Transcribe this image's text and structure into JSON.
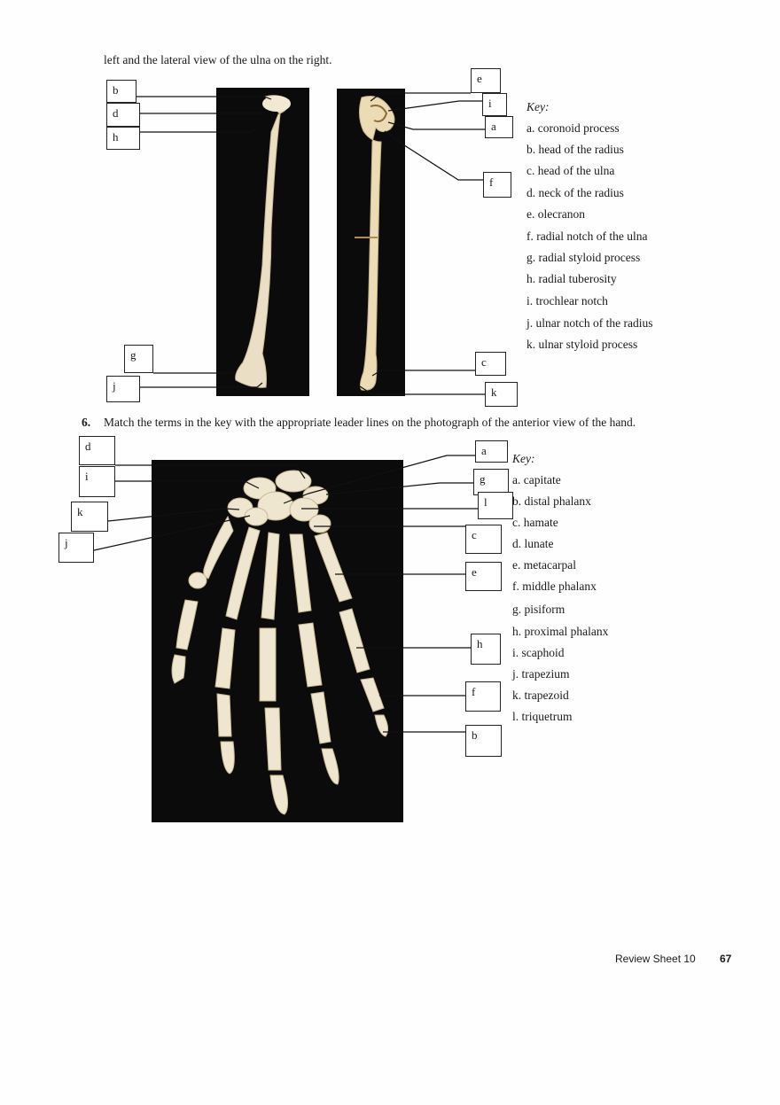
{
  "intro_text": "left and the lateral view of the ulna on the right.",
  "section1": {
    "key_title": "Key:",
    "key": [
      "a.  coronoid process",
      "b.  head of the radius",
      "c.  head of the ulna",
      "d.  neck of the radius",
      "e.  olecranon",
      "f.   radial notch of the ulna",
      "g.  radial styloid process",
      "h.  radial tuberosity",
      "i.  trochlear notch",
      "j.  ulnar notch of the radius",
      "k.  ulnar styloid process"
    ],
    "boxes": {
      "b": "b",
      "d": "d",
      "h": "h",
      "g": "g",
      "j": "j",
      "e": "e",
      "i": "i",
      "a": "a",
      "f": "f",
      "c": "c",
      "k": "k"
    }
  },
  "question6": {
    "number": "6.",
    "text": "Match the terms in the key with the appropriate leader lines on the photograph of the anterior view of the hand.",
    "key_title": "Key:",
    "key": [
      "a.  capitate",
      "b.  distal phalanx",
      "c.  hamate",
      "d.  lunate",
      "e.  metacarpal",
      "f.   middle phalanx",
      "g.  pisiform",
      "h.  proximal phalanx",
      "i.  scaphoid",
      "j.  trapezium",
      "k.  trapezoid",
      "l.  triquetrum"
    ],
    "boxes": {
      "d": "d",
      "i": "i",
      "k": "k",
      "j": "j",
      "a": "a",
      "g": "g",
      "l": "l",
      "c": "c",
      "e": "e",
      "h": "h",
      "f": "f",
      "b": "b"
    }
  },
  "footer": {
    "label": "Review Sheet 10",
    "page": "67"
  },
  "colors": {
    "photo_bg": "#0b0b0b",
    "bone": "#efe6cf",
    "bone_shadow": "#cdbd98"
  }
}
